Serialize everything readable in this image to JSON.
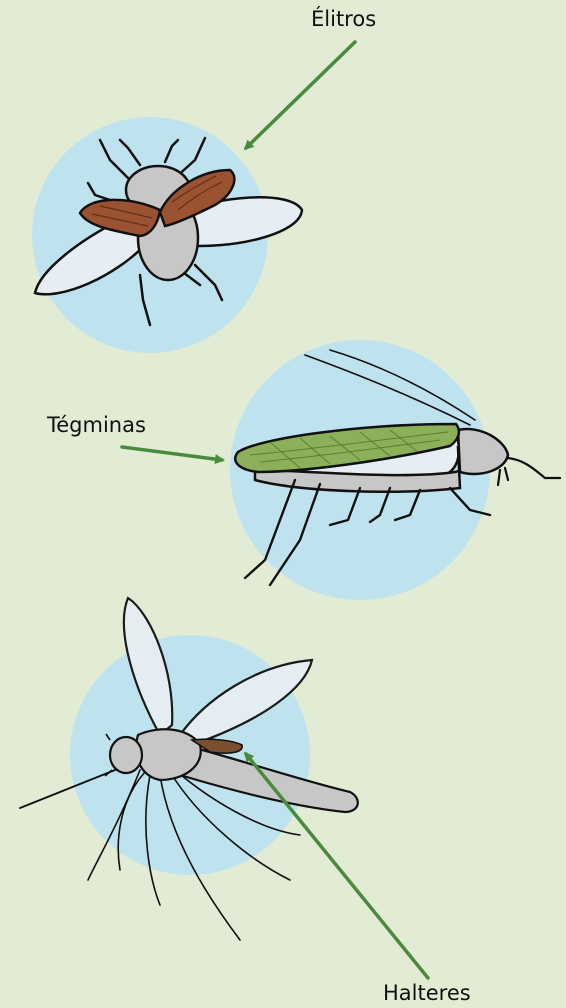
{
  "labels": {
    "elytra": "Élitros",
    "tegmina": "Tégminas",
    "halteres": "Halteres"
  },
  "colors": {
    "background": "#e2ecd4",
    "circle": "#bfe3ee",
    "arrow": "#4a8a3c",
    "elytra": "#9b5231",
    "tegmina": "#8cb05a",
    "body": "#c7c7c7",
    "wing": "#e6eef3"
  },
  "icons": [
    "beetle-icon",
    "cricket-icon",
    "mosquito-icon"
  ]
}
